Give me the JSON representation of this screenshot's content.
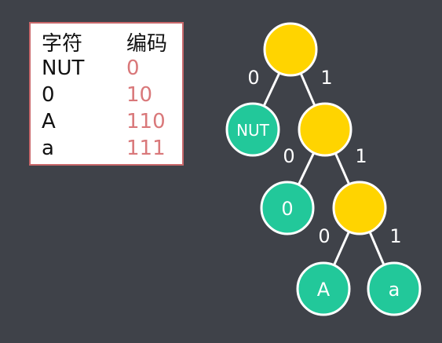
{
  "table": {
    "header": {
      "char": "字符",
      "code": "编码"
    },
    "rows": [
      {
        "char": "NUT",
        "code": "0"
      },
      {
        "char": "0",
        "code": "10"
      },
      {
        "char": "A",
        "code": "110"
      },
      {
        "char": "a",
        "code": "111"
      }
    ]
  },
  "tree": {
    "edge_labels": {
      "left": "0",
      "right": "1"
    },
    "leaves": [
      "NUT",
      "0",
      "A",
      "a"
    ]
  },
  "colors": {
    "background": "#3f4249",
    "internal_node": "#ffd400",
    "leaf_node": "#22c89a",
    "code_text": "#d9787a",
    "table_border": "#c9686b"
  }
}
